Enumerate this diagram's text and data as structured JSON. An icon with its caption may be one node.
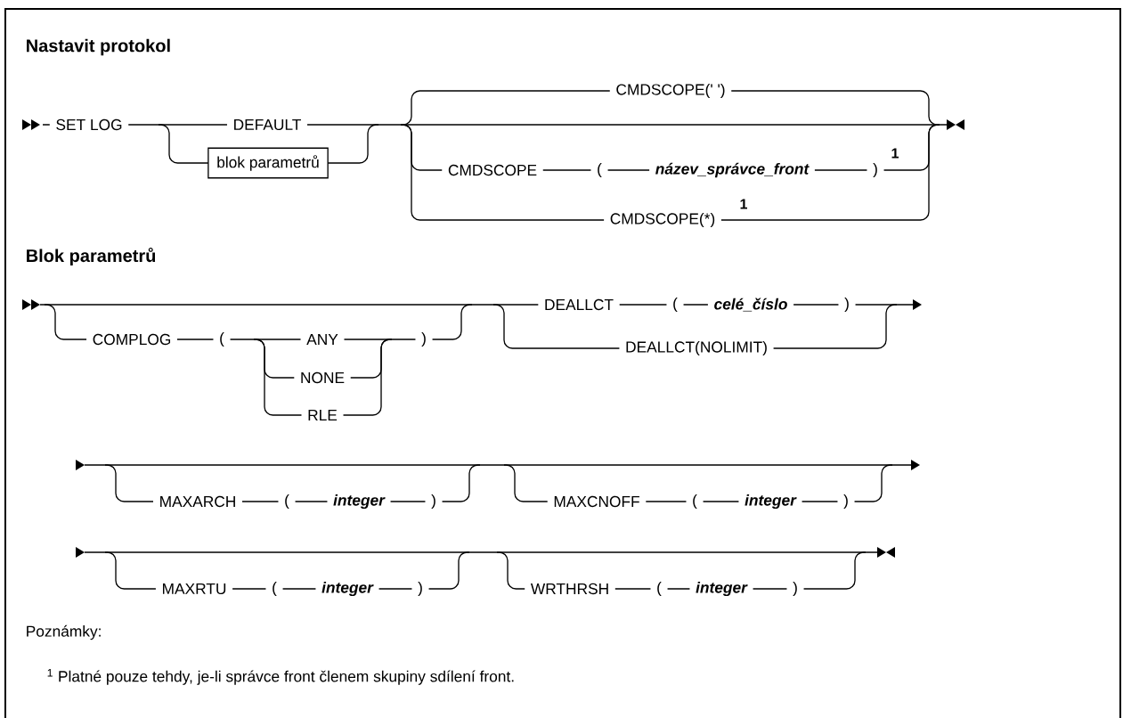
{
  "diagram": {
    "nodes": [
      {
        "text": [
          "blok parametrů"
        ]
      }
    ],
    "labels": [
      "Nastavit protokol",
      "SET LOG",
      "DEFAULT",
      "CMDSCOPE(' ')",
      "CMDSCOPE",
      "(",
      "název_správce_front",
      ")",
      "1",
      "CMDSCOPE(*)",
      "1",
      "Blok parametrů",
      "COMPLOG",
      "(",
      "ANY",
      ")",
      "NONE",
      "RLE",
      "DEALLCT",
      "(",
      "celé_číslo",
      ")",
      "DEALLCT(NOLIMIT)",
      "MAXARCH",
      "(",
      "integer",
      ")",
      "MAXCNOFF",
      "(",
      "integer",
      ")",
      "MAXRTU",
      "(",
      "integer",
      ")",
      "WRTHRSH",
      "(",
      "integer",
      ")",
      "Poznámky:",
      "$^{1}$ Platné pouze tehdy, je-li správce front členem skupiny sdílení front."
    ]
  }
}
